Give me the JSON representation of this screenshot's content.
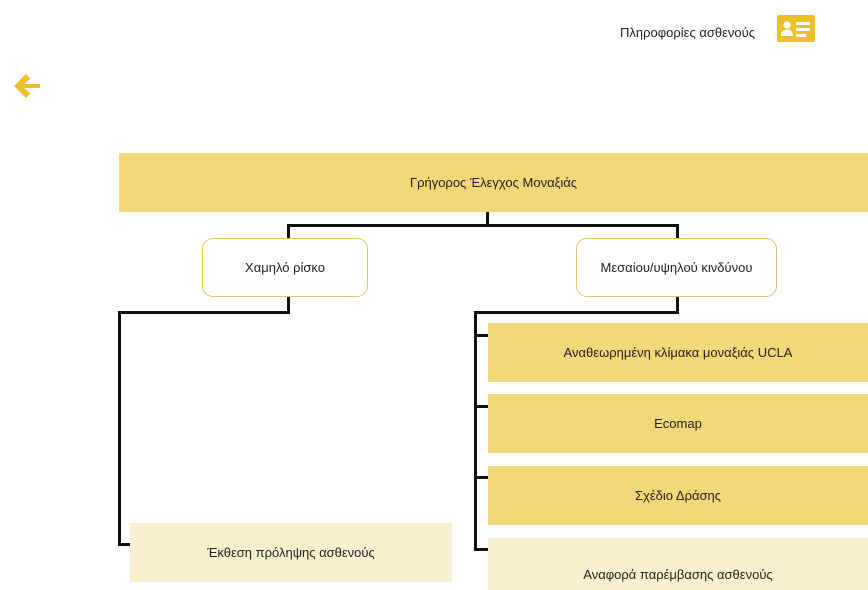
{
  "header": {
    "patient_info_label": "Πληροφορίες ασθενούς",
    "patient_card_icon": "id-card-icon",
    "back_icon": "arrow-left-icon"
  },
  "tree": {
    "root": "Γρήγορος Έλεγχος Μοναξιάς",
    "low_risk": "Χαμηλό ρίσκο",
    "medium_high_risk": "Μεσαίου/υψηλού κινδύνου",
    "low_risk_children": [
      "Έκθεση πρόληψης ασθενούς"
    ],
    "medium_high_children": [
      "Αναθεωρημένη κλίμακα μοναξιάς UCLA",
      "Ecomap",
      "Σχέδιο Δράσης",
      "Αναφορά παρέμβασης ασθενούς"
    ]
  },
  "colors": {
    "accent": "#ecbf2d",
    "box_gold": "#f2d878",
    "box_cream": "#faf0d0",
    "outline": "#e2c55e",
    "connector": "#111111"
  }
}
